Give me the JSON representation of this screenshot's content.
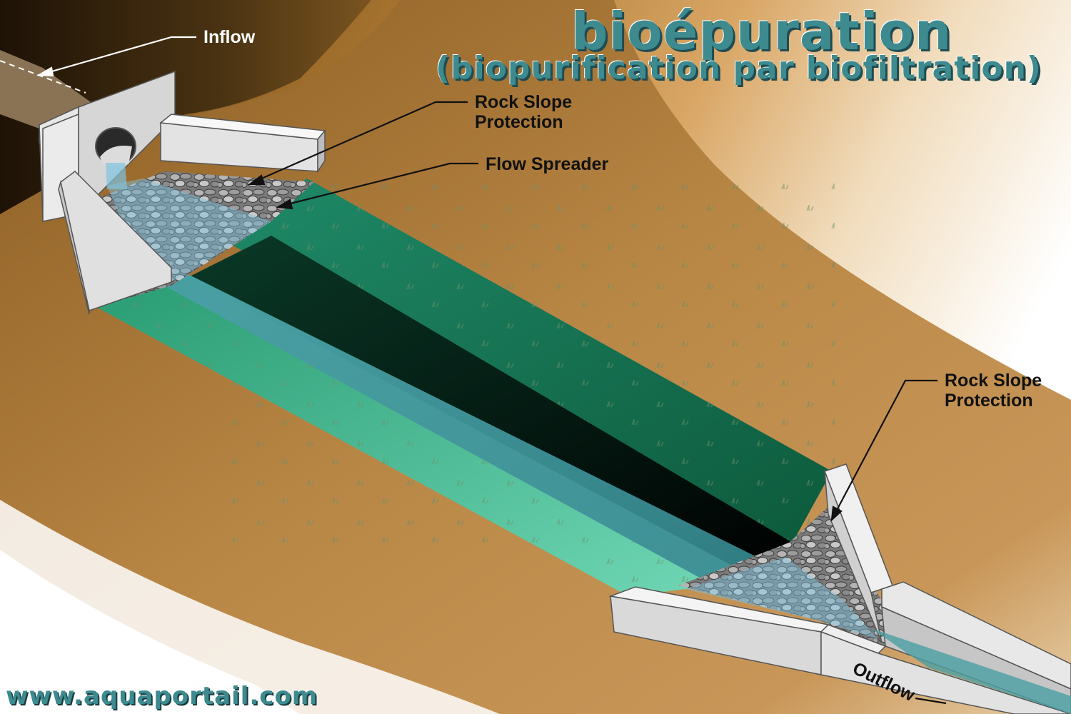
{
  "title": "bioépuration",
  "subtitle": "(biopurification par biofiltration)",
  "labels": {
    "inflow": "Inflow",
    "rock_slope_top_line1": "Rock Slope",
    "rock_slope_top_line2": "Protection",
    "flow_spreader": "Flow Spreader",
    "rock_slope_bottom_line1": "Rock Slope",
    "rock_slope_bottom_line2": "Protection",
    "outflow": "Outflow"
  },
  "footer_url": "www.aquaportail.com",
  "colors": {
    "title_teal": "#3d8a8f",
    "soil_brown": "#a8742f",
    "grass_green": "#2f9b72",
    "grass_light": "#5ecba6",
    "channel_blue": "#3a8f93",
    "concrete": "#d9d9d9",
    "rock_gray": "#8c8c8c"
  }
}
